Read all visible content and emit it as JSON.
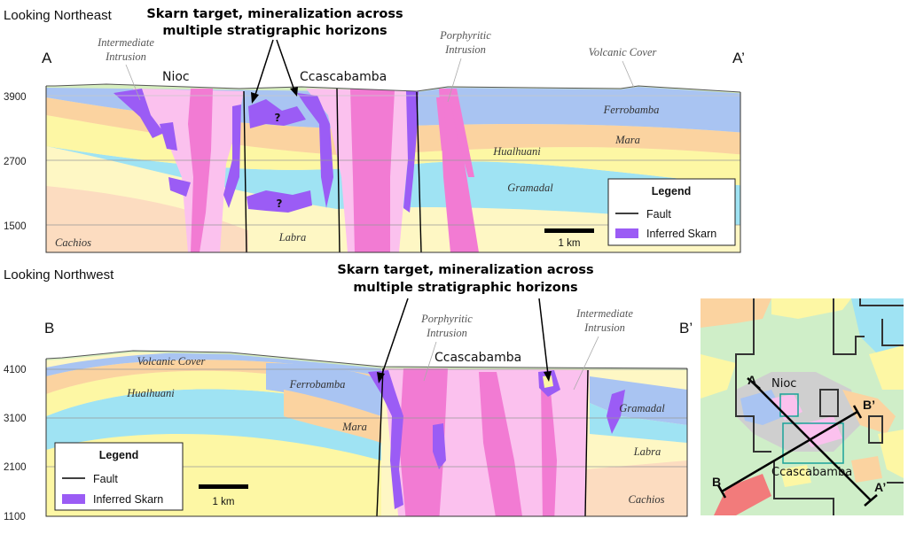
{
  "section_a": {
    "view": "Looking Northeast",
    "target_lines": [
      "Skarn target, mineralization across",
      "multiple stratigraphic horizons"
    ],
    "end_left": "A",
    "end_right": "A’",
    "place_1": "Nioc",
    "place_2": "Ccascabamba",
    "callouts": {
      "intermediate": [
        "Intermediate",
        "Intrusion"
      ],
      "porphyritic": [
        "Porphyritic",
        "Intrusion"
      ],
      "volcanic": "Volcanic Cover"
    },
    "units": {
      "ferrobamba": "Ferrobamba",
      "mara": "Mara",
      "hualhuani": "Hualhuani",
      "gramadal": "Gramadal",
      "cachios": "Cachios",
      "labra": "Labra"
    },
    "elevations": [
      "3900",
      "2700",
      "1500"
    ],
    "question_marks": [
      "?",
      "?"
    ],
    "legend": {
      "title": "Legend",
      "fault": "Fault",
      "skarn": "Inferred Skarn"
    },
    "scale": "1 km"
  },
  "section_b": {
    "view": "Looking Northwest",
    "target_lines": [
      "Skarn target, mineralization across",
      "multiple stratigraphic horizons"
    ],
    "end_left": "B",
    "end_right": "B’",
    "place": "Ccascabamba",
    "callouts": {
      "porphyritic": [
        "Porphyritic",
        "Intrusion"
      ],
      "intermediate": [
        "Intermediate",
        "Intrusion"
      ]
    },
    "units": {
      "volcanic": "Volcanic Cover",
      "hualhuani": "Hualhuani",
      "ferrobamba": "Ferrobamba",
      "mara": "Mara",
      "gramadal": "Gramadal",
      "labra": "Labra",
      "cachios": "Cachios"
    },
    "elevations": [
      "4100",
      "3100",
      "2100",
      "1100"
    ],
    "legend": {
      "title": "Legend",
      "fault": "Fault",
      "skarn": "Inferred Skarn"
    },
    "scale": "1 km"
  },
  "inset_map": {
    "label_a": "A",
    "label_a_prime": "A’",
    "label_b": "B",
    "label_b_prime": "B’",
    "place_1": "Nioc",
    "place_2": "Ccascabamba"
  },
  "colors": {
    "ferrobamba": "#a9c4f2",
    "mara": "#fbd3a0",
    "hualhuani": "#fdf7a4",
    "gramadal": "#9fe3f3",
    "labra": "#fef7c4",
    "cachios": "#fcdcc0",
    "volcanic": "#d6eebf",
    "intrusion_light": "#fbc1ee",
    "intrusion_hot": "#f27bd3",
    "skarn": "#9b5cf5",
    "fault": "#000000"
  }
}
